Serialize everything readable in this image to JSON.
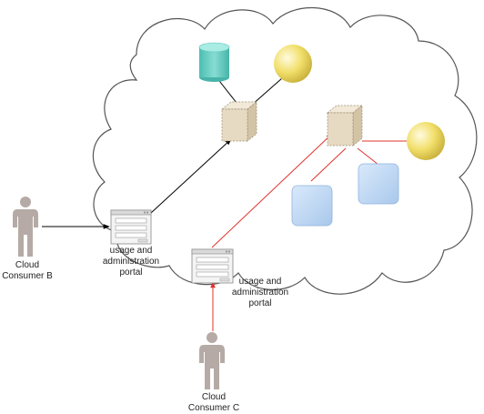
{
  "labels": {
    "consumer_b": {
      "line1": "Cloud",
      "line2": "Consumer B"
    },
    "consumer_c": {
      "line1": "Cloud",
      "line2": "Consumer C"
    },
    "portal_1": {
      "line1": "usage and",
      "line2": "administration",
      "line3": "portal"
    },
    "portal_2": {
      "line1": "usage and",
      "line2": "administration",
      "line3": "portal"
    }
  },
  "colors": {
    "black_link": "#000000",
    "red_link": "#e0332d",
    "cloud_stroke": "#555555",
    "person": "#b5aaa5",
    "server": "#e7dac3",
    "database": "#6fcfc5",
    "sphere": "#f1df6a",
    "vm": "#b9d6f3"
  }
}
